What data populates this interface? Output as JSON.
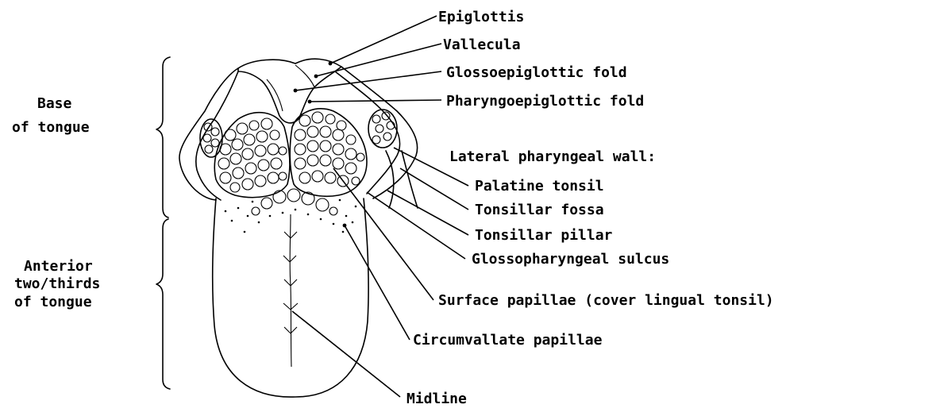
{
  "diagram": {
    "side_labels": {
      "base_line1": "Base",
      "base_line2": "of tongue",
      "anterior_line1": "Anterior",
      "anterior_line2": "two/thirds",
      "anterior_line3": "of tongue"
    },
    "structure_labels": {
      "epiglottis": "Epiglottis",
      "vallecula": "Vallecula",
      "glossoepiglottic_fold": "Glossoepiglottic fold",
      "pharyngoepiglottic_fold": "Pharyngoepiglottic fold",
      "lateral_pharyngeal_wall": "Lateral pharyngeal wall:",
      "palatine_tonsil": "Palatine tonsil",
      "tonsillar_fossa": "Tonsillar fossa",
      "tonsillar_pillar": "Tonsillar pillar",
      "glossopharyngeal_sulcus": "Glossopharyngeal sulcus",
      "surface_papillae": "Surface papillae (cover lingual tonsil)",
      "circumvallate_papillae": "Circumvallate papillae",
      "midline": "Midline"
    }
  }
}
